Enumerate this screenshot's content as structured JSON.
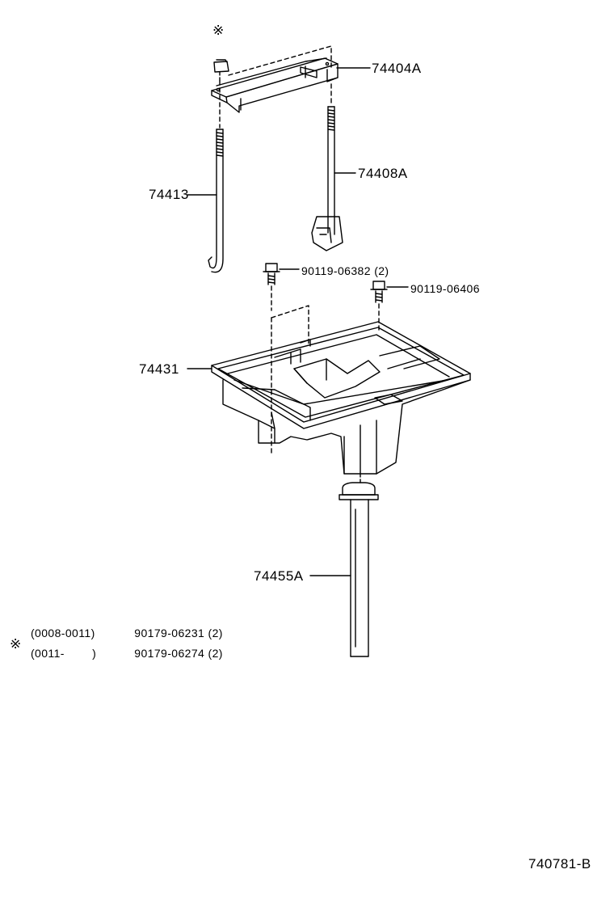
{
  "parts": {
    "bracket": "74404A",
    "rod_right": "74408A",
    "rod_left": "74413",
    "bolt_a": "90119-06382",
    "bolt_a_qty": "(2)",
    "bolt_b": "90119-06406",
    "tray": "74431",
    "drain_bolt": "74455A"
  },
  "note": {
    "symbol": "※",
    "rows": [
      {
        "range": "(0008-0011)",
        "part": "90179-06231",
        "qty": "(2)"
      },
      {
        "range": "(0011-        )",
        "part": "90179-06274",
        "qty": "(2)"
      }
    ]
  },
  "figure_id": "740781-B"
}
